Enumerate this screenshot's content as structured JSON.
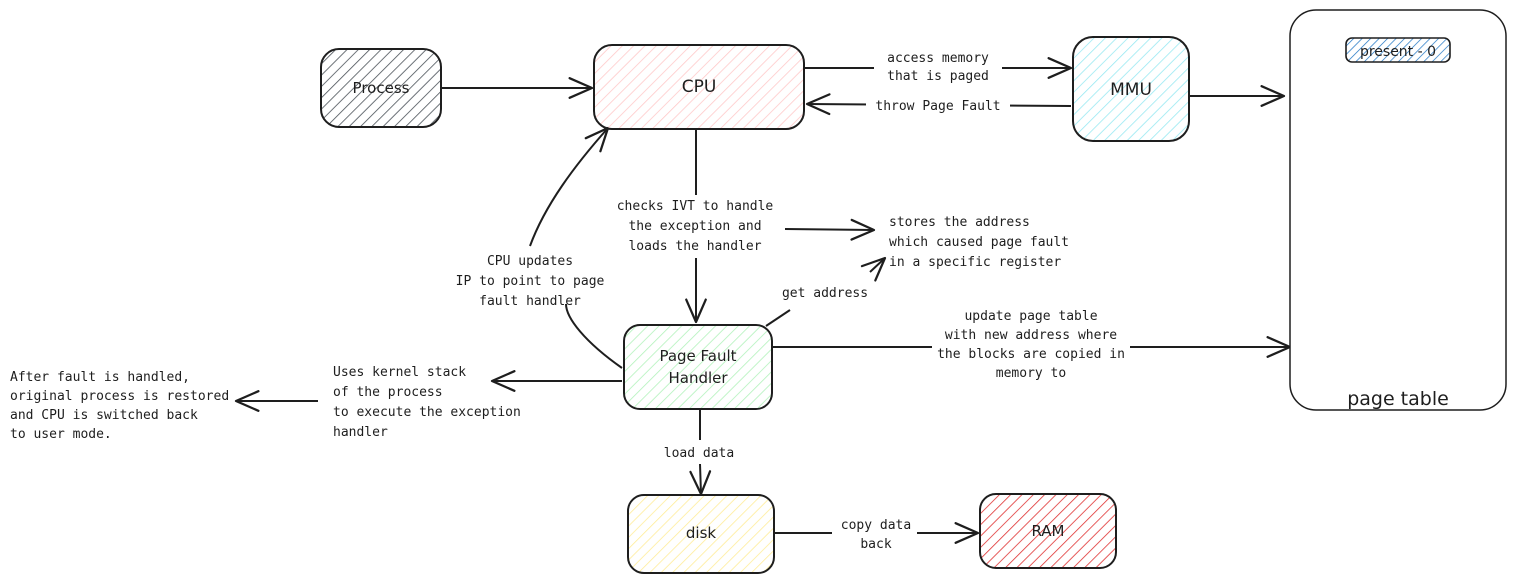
{
  "nodes": {
    "process": {
      "label": "Process",
      "color": "#495057"
    },
    "cpu": {
      "label": "CPU",
      "color": "#ffc9c9"
    },
    "mmu": {
      "label": "MMU",
      "color": "#99e9f2"
    },
    "page_fault_handler": {
      "line1": "Page Fault",
      "line2": "Handler",
      "color": "#b2f2bb"
    },
    "disk": {
      "label": "disk",
      "color": "#ffec99"
    },
    "ram": {
      "label": "RAM",
      "color": "#e03131"
    },
    "page_table": {
      "label": "page table",
      "entry": "present - 0",
      "entry_color": "#1971c2"
    }
  },
  "edges": {
    "access_memory": {
      "line1": "access memory",
      "line2": "that is paged"
    },
    "throw_page_fault": {
      "label": "throw Page Fault"
    },
    "checks_ivt": {
      "line1": "checks IVT to handle",
      "line2": "the exception and",
      "line3": "loads the handler"
    },
    "cpu_updates": {
      "line1": "CPU updates",
      "line2": "IP to point to page",
      "line3": "fault handler"
    },
    "get_address": {
      "label": "get address"
    },
    "update_page_table": {
      "line1": "update page table",
      "line2": "with new address where",
      "line3": "the blocks are copied in",
      "line4": "memory to"
    },
    "uses_kernel_stack": {
      "line1": "Uses kernel stack",
      "line2": "of the process",
      "line3": "to execute the exception",
      "line4": "handler"
    },
    "load_data": {
      "label": "load data"
    },
    "copy_data_back": {
      "line1": "copy data",
      "line2": "back"
    }
  },
  "notes": {
    "stores_address": {
      "line1": "stores the address",
      "line2": "which caused page fault",
      "line3": "in a specific register"
    },
    "after_fault": {
      "line1": "After fault is handled,",
      "line2": "original process is restored",
      "line3": "and CPU is switched back",
      "line4": "to user mode."
    }
  }
}
